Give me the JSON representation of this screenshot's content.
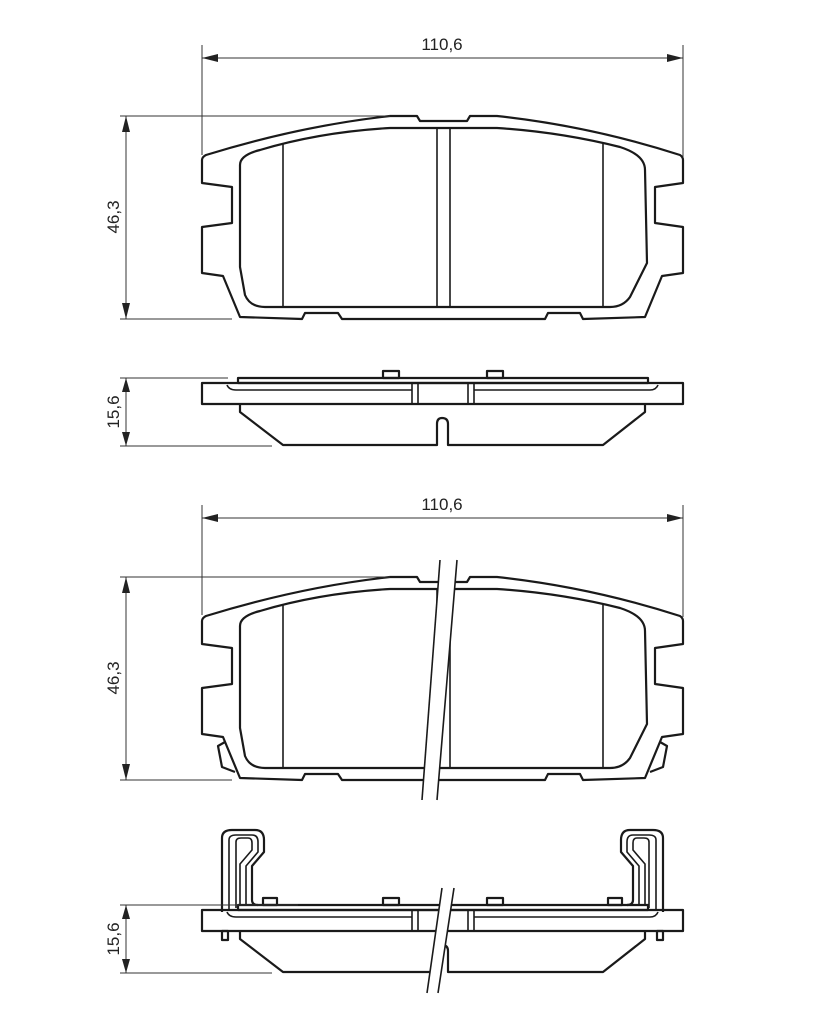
{
  "dimensions": {
    "top_width": "110,6",
    "top_height": "46,3",
    "top_thickness": "15,6",
    "bottom_width": "110,6",
    "bottom_height": "46,3",
    "bottom_thickness": "15,6"
  },
  "colors": {
    "line": "#1a1a1a",
    "background": "#ffffff"
  }
}
